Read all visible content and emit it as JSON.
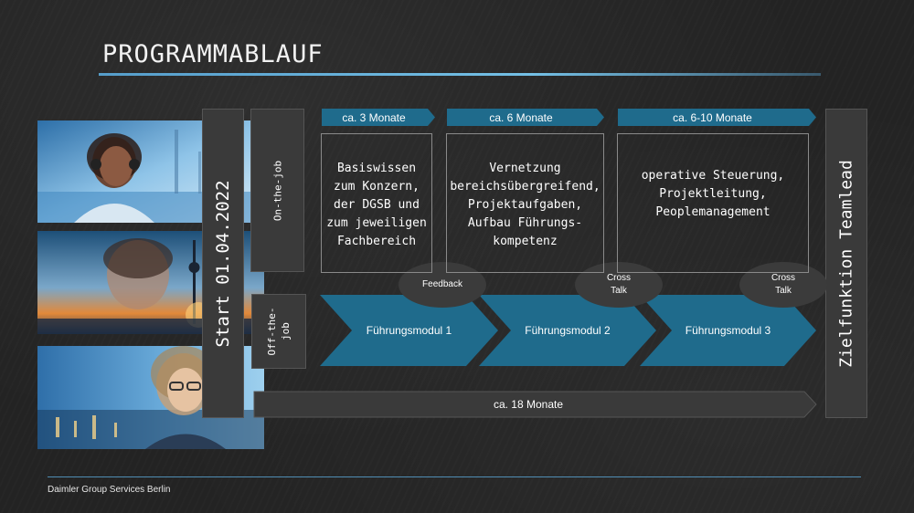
{
  "slide": {
    "title": "PROGRAMMABLAUF",
    "footer": "Daimler Group Services Berlin",
    "start_label": "Start 01.04.2022",
    "target_label": "Zielfunktion Teamlead",
    "on_job_label": "On-the-job",
    "off_job_label_1": "Off-the-",
    "off_job_label_2": "job"
  },
  "phases": [
    {
      "duration": "ca. 3 Monate",
      "lines": [
        "Basiswissen",
        "zum Konzern,",
        "der DGSB und",
        "zum jeweiligen",
        "Fachbereich"
      ]
    },
    {
      "duration": "ca. 6 Monate",
      "lines": [
        "Vernetzung",
        "bereichsübergreifend,",
        "Projektaufgaben,",
        "Aufbau Führungs-",
        "kompetenz"
      ]
    },
    {
      "duration": "ca. 6-10 Monate",
      "lines": [
        "operative Steuerung,",
        "Projektleitung,",
        "Peoplemanagement"
      ]
    }
  ],
  "checkpoints": [
    {
      "line1": "Feedback",
      "line2": ""
    },
    {
      "line1": "Cross",
      "line2": "Talk"
    },
    {
      "line1": "Cross",
      "line2": "Talk"
    }
  ],
  "modules": [
    "Führungsmodul 1",
    "Führungsmodul 2",
    "Führungsmodul 3"
  ],
  "total_duration": "ca. 18 Monate",
  "colors": {
    "accent": "#1f6b8c",
    "dark_box": "#3a3a3a",
    "circle": "#3b3b3b",
    "rule": "#5aa8d8"
  }
}
